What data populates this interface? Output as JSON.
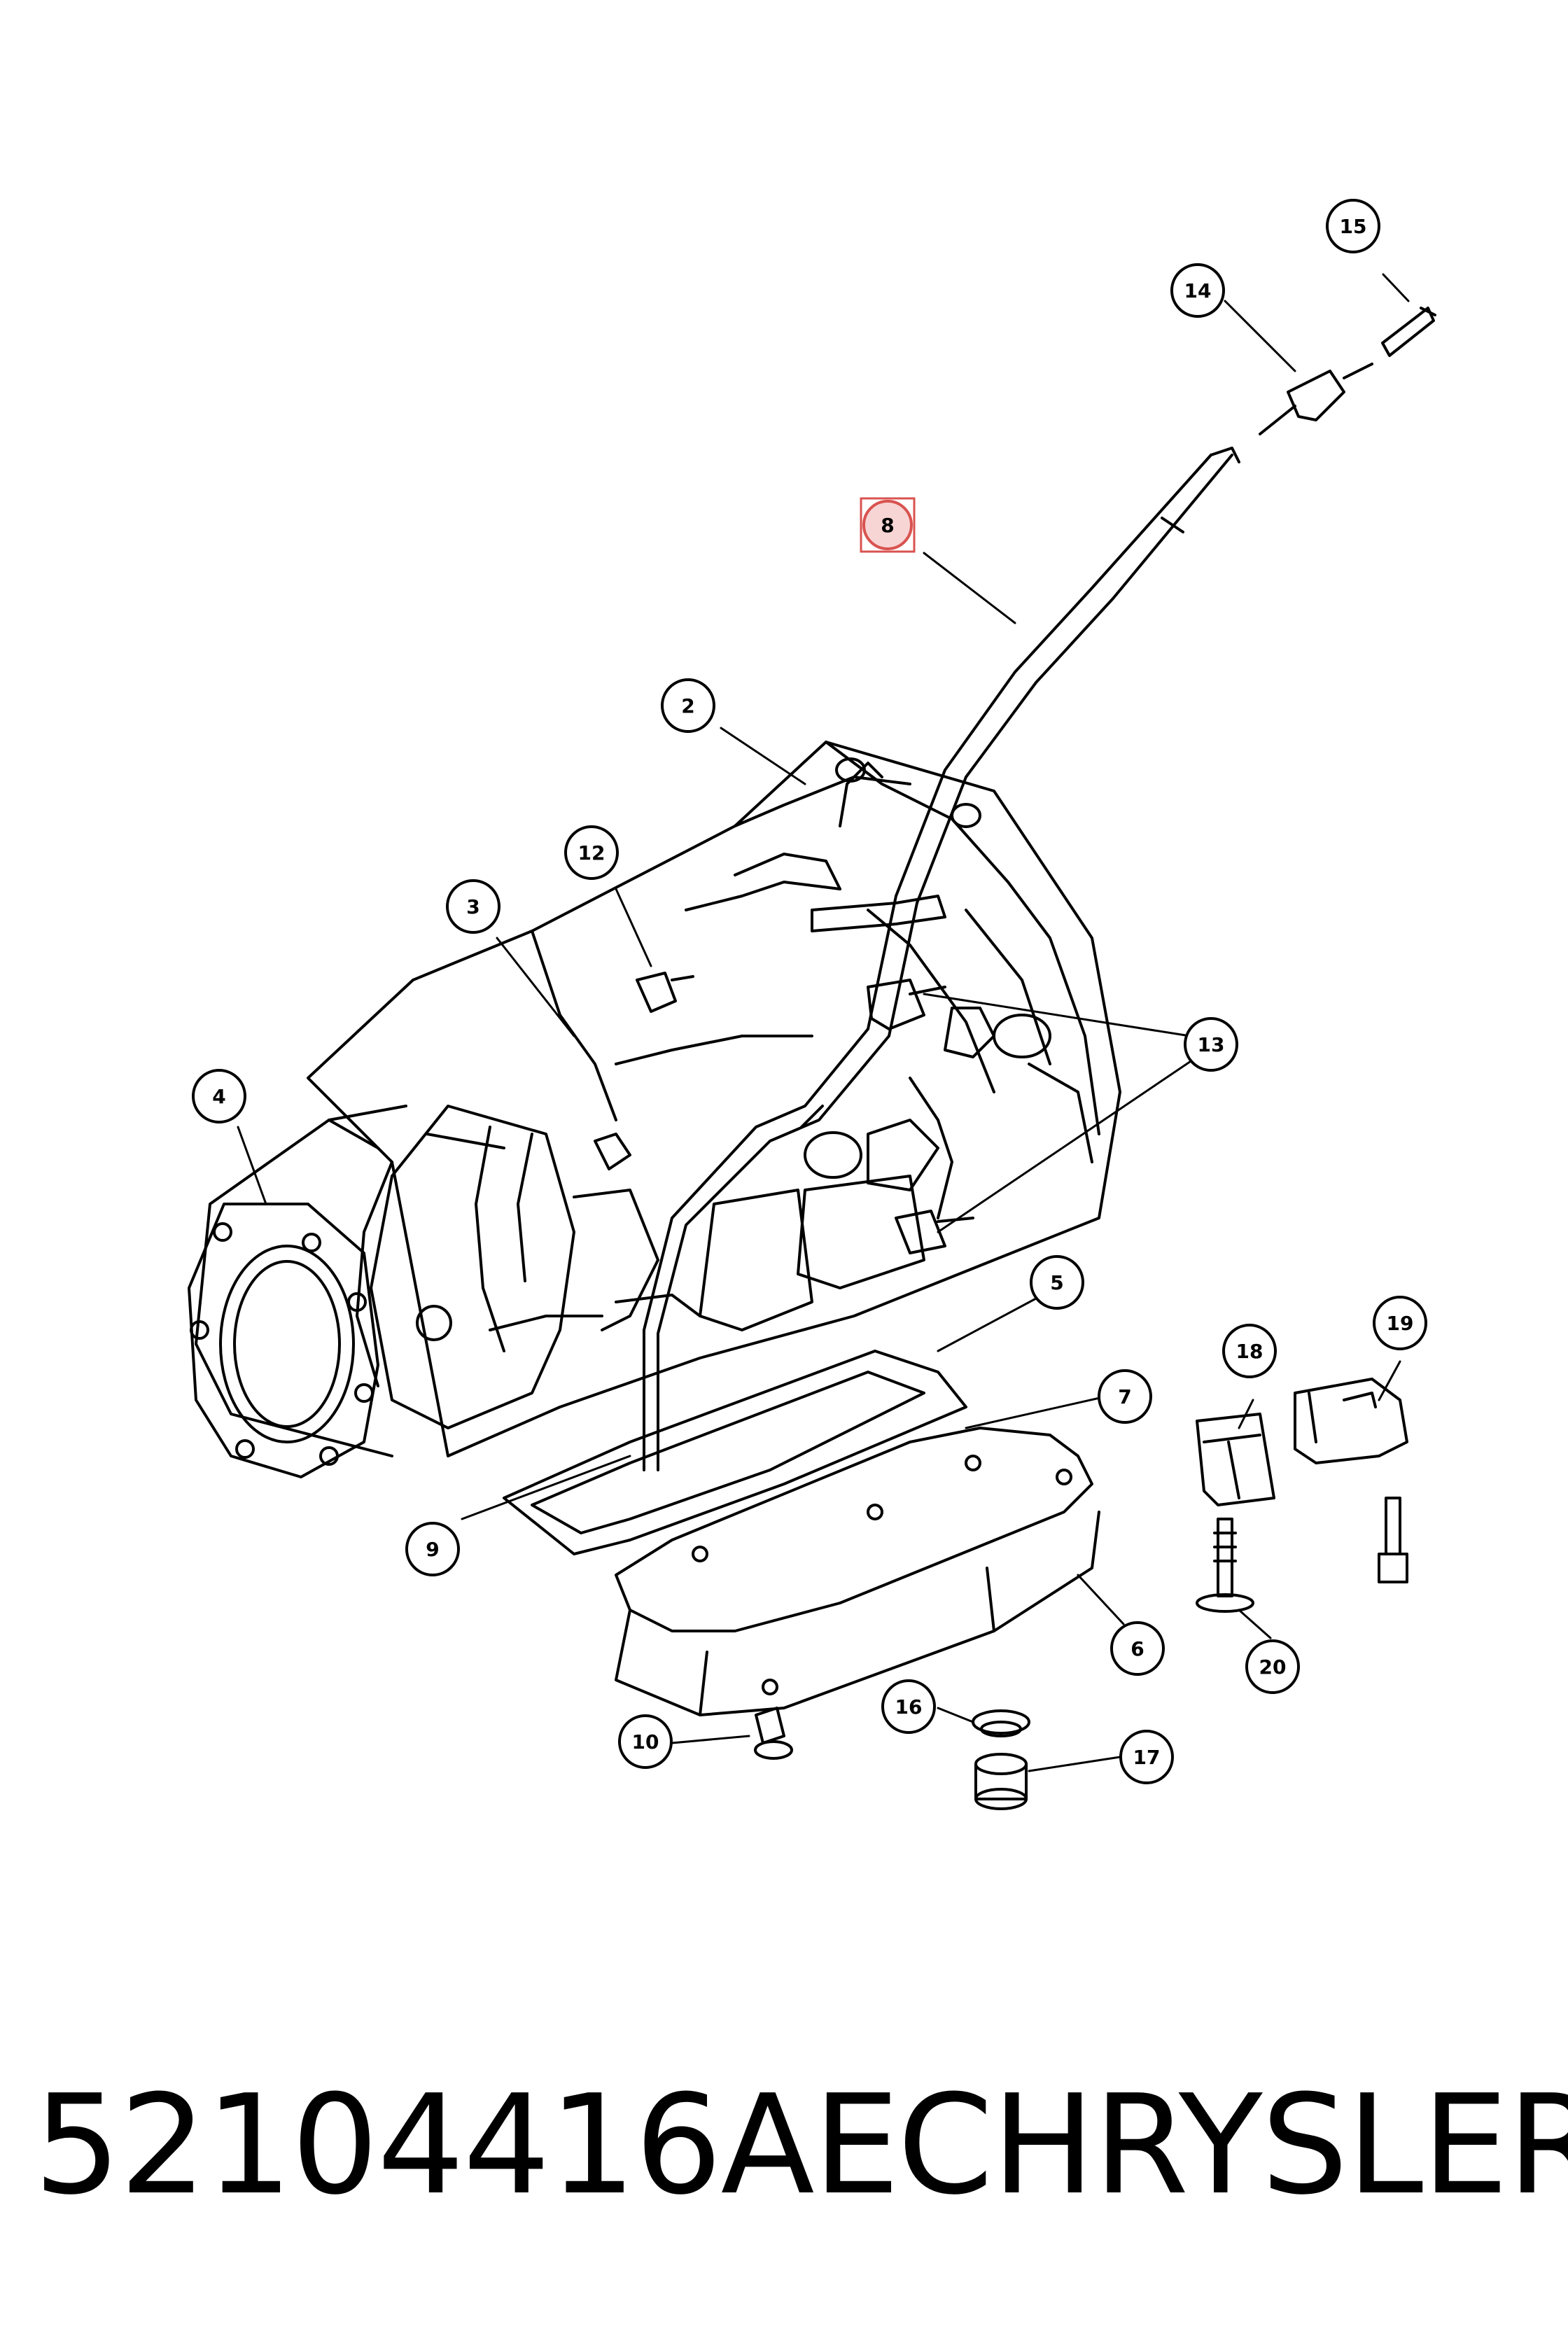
{
  "caption": {
    "part_number": "52104416AE",
    "brand": "CHRYSLER"
  },
  "highlight": {
    "callout": "8",
    "color": "#d9534f",
    "fill": "#f7d5d5"
  },
  "callouts": [
    {
      "id": "c1",
      "label": "15"
    },
    {
      "id": "c2",
      "label": "14"
    },
    {
      "id": "c3",
      "label": "8"
    },
    {
      "id": "c4",
      "label": "2"
    },
    {
      "id": "c5",
      "label": "12"
    },
    {
      "id": "c6",
      "label": "3"
    },
    {
      "id": "c7",
      "label": "13"
    },
    {
      "id": "c8",
      "label": "4"
    },
    {
      "id": "c9",
      "label": "5"
    },
    {
      "id": "c10",
      "label": "19"
    },
    {
      "id": "c11",
      "label": "18"
    },
    {
      "id": "c12",
      "label": "7"
    },
    {
      "id": "c13",
      "label": "9"
    },
    {
      "id": "c14",
      "label": "6"
    },
    {
      "id": "c15",
      "label": "20"
    },
    {
      "id": "c16",
      "label": "16"
    },
    {
      "id": "c17",
      "label": "10"
    },
    {
      "id": "c18",
      "label": "17"
    }
  ]
}
